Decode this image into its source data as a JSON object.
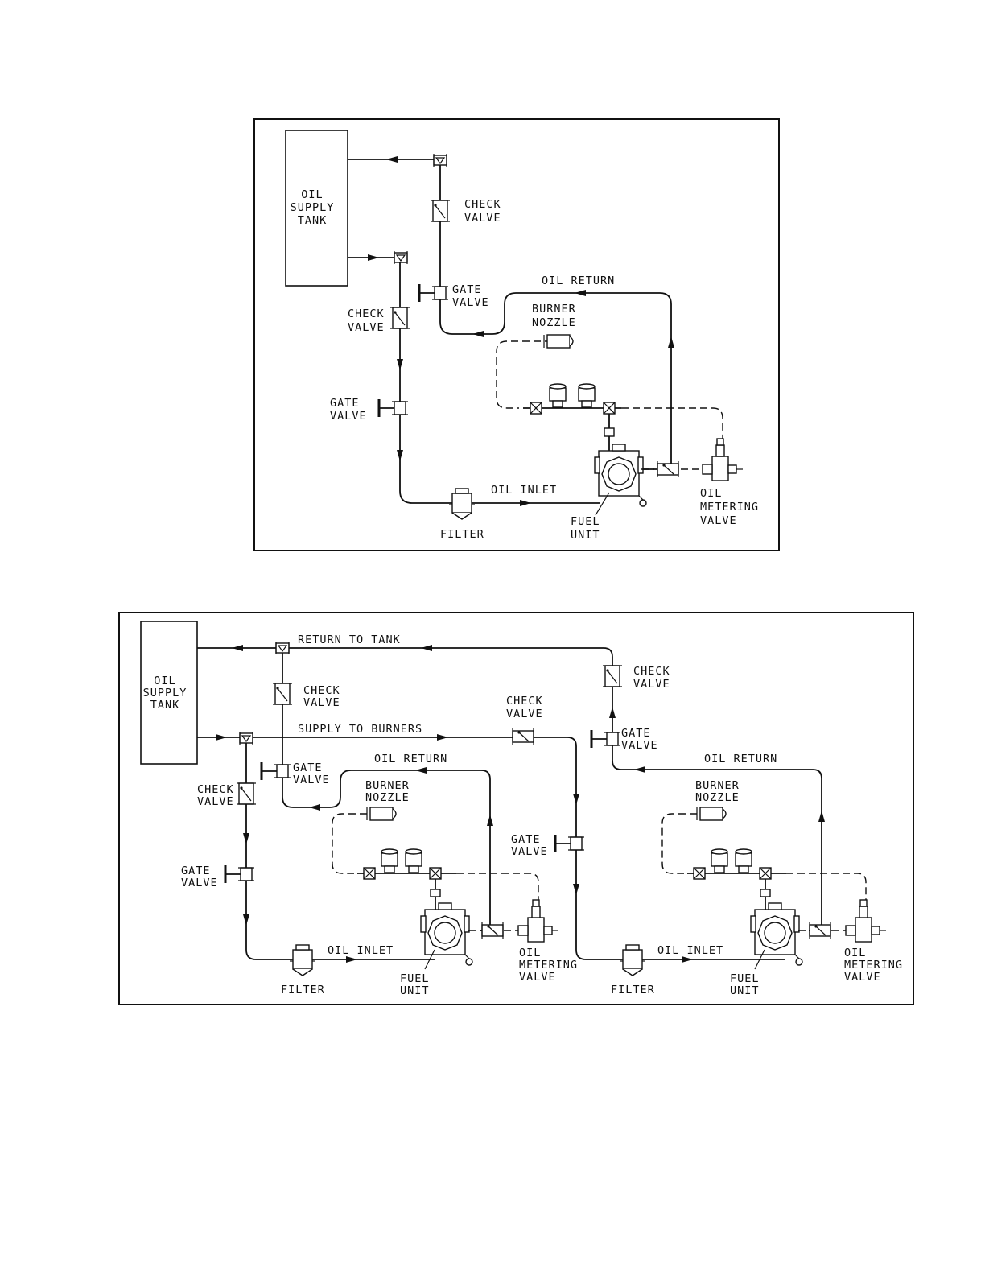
{
  "diagram1": {
    "tank": [
      "OIL",
      "SUPPLY",
      "TANK"
    ],
    "check_valve_top": [
      "CHECK",
      "VALVE"
    ],
    "gate_valve_top": [
      "GATE",
      "VALVE"
    ],
    "check_valve_left": [
      "CHECK",
      "VALVE"
    ],
    "gate_valve_left": [
      "GATE",
      "VALVE"
    ],
    "oil_return": "OIL RETURN",
    "burner_nozzle": [
      "BURNER",
      "NOZZLE"
    ],
    "oil_inlet": "OIL INLET",
    "filter": "FILTER",
    "fuel_unit": [
      "FUEL",
      "UNIT"
    ],
    "metering_valve": [
      "OIL",
      "METERING",
      "VALVE"
    ]
  },
  "diagram2": {
    "tank": [
      "OIL",
      "SUPPLY",
      "TANK"
    ],
    "return_to_tank": "RETURN TO TANK",
    "supply_to_burners": "SUPPLY TO BURNERS",
    "check_valve_a": [
      "CHECK",
      "VALVE"
    ],
    "check_valve_b": [
      "CHECK",
      "VALVE"
    ],
    "check_valve_c": [
      "CHECK",
      "VALVE"
    ],
    "check_valve_d": [
      "CHECK",
      "VALVE"
    ],
    "gate_valve_a": [
      "GATE",
      "VALVE"
    ],
    "gate_valve_b": [
      "GATE",
      "VALVE"
    ],
    "gate_valve_c": [
      "GATE",
      "VALVE"
    ],
    "gate_valve_d": [
      "GATE",
      "VALVE"
    ],
    "unit1": {
      "oil_return": "OIL RETURN",
      "burner_nozzle": [
        "BURNER",
        "NOZZLE"
      ],
      "oil_inlet": "OIL INLET",
      "filter": "FILTER",
      "fuel_unit": [
        "FUEL",
        "UNIT"
      ],
      "metering_valve": [
        "OIL",
        "METERING",
        "VALVE"
      ]
    },
    "unit2": {
      "oil_return": "OIL RETURN",
      "burner_nozzle": [
        "BURNER",
        "NOZZLE"
      ],
      "oil_inlet": "OIL INLET",
      "filter": "FILTER",
      "fuel_unit": [
        "FUEL",
        "UNIT"
      ],
      "metering_valve": [
        "OIL",
        "METERING",
        "VALVE"
      ]
    }
  }
}
